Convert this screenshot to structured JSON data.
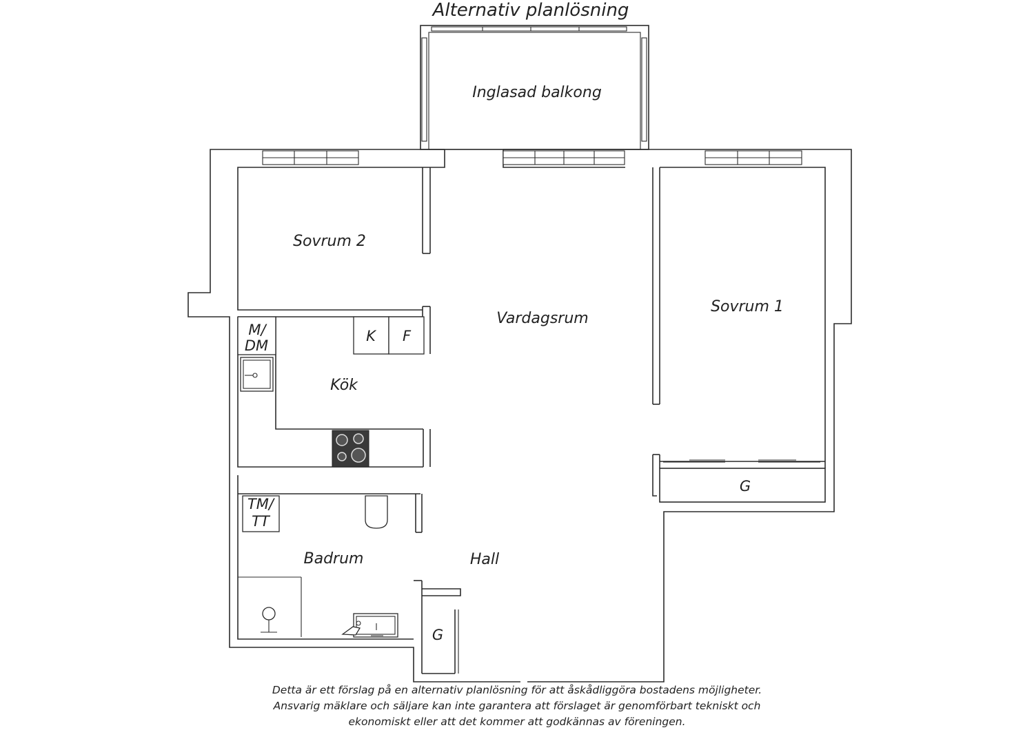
{
  "title": "Alternativ planlösning",
  "rooms": {
    "balcony": "Inglasad balkong",
    "bedroom2": "Sovrum 2",
    "living": "Vardagsrum",
    "bedroom1": "Sovrum 1",
    "kitchen": "Kök",
    "bathroom": "Badrum",
    "hall": "Hall",
    "wardrobe_bedroom": "G",
    "wardrobe_hall": "G"
  },
  "appliances": {
    "fridge": "K",
    "freezer": "F",
    "dishwasher_line1": "M/",
    "dishwasher_line2": "DM",
    "washer_line1": "TM/",
    "washer_line2": "TT"
  },
  "disclaimer": [
    "Detta är ett förslag på en alternativ planlösning för att åskådliggöra bostadens möjligheter.",
    "Ansvarig mäklare och säljare kan inte garantera att förslaget är genomförbart tekniskt och",
    "ekonomiskt eller att det kommer att godkännas av föreningen."
  ]
}
